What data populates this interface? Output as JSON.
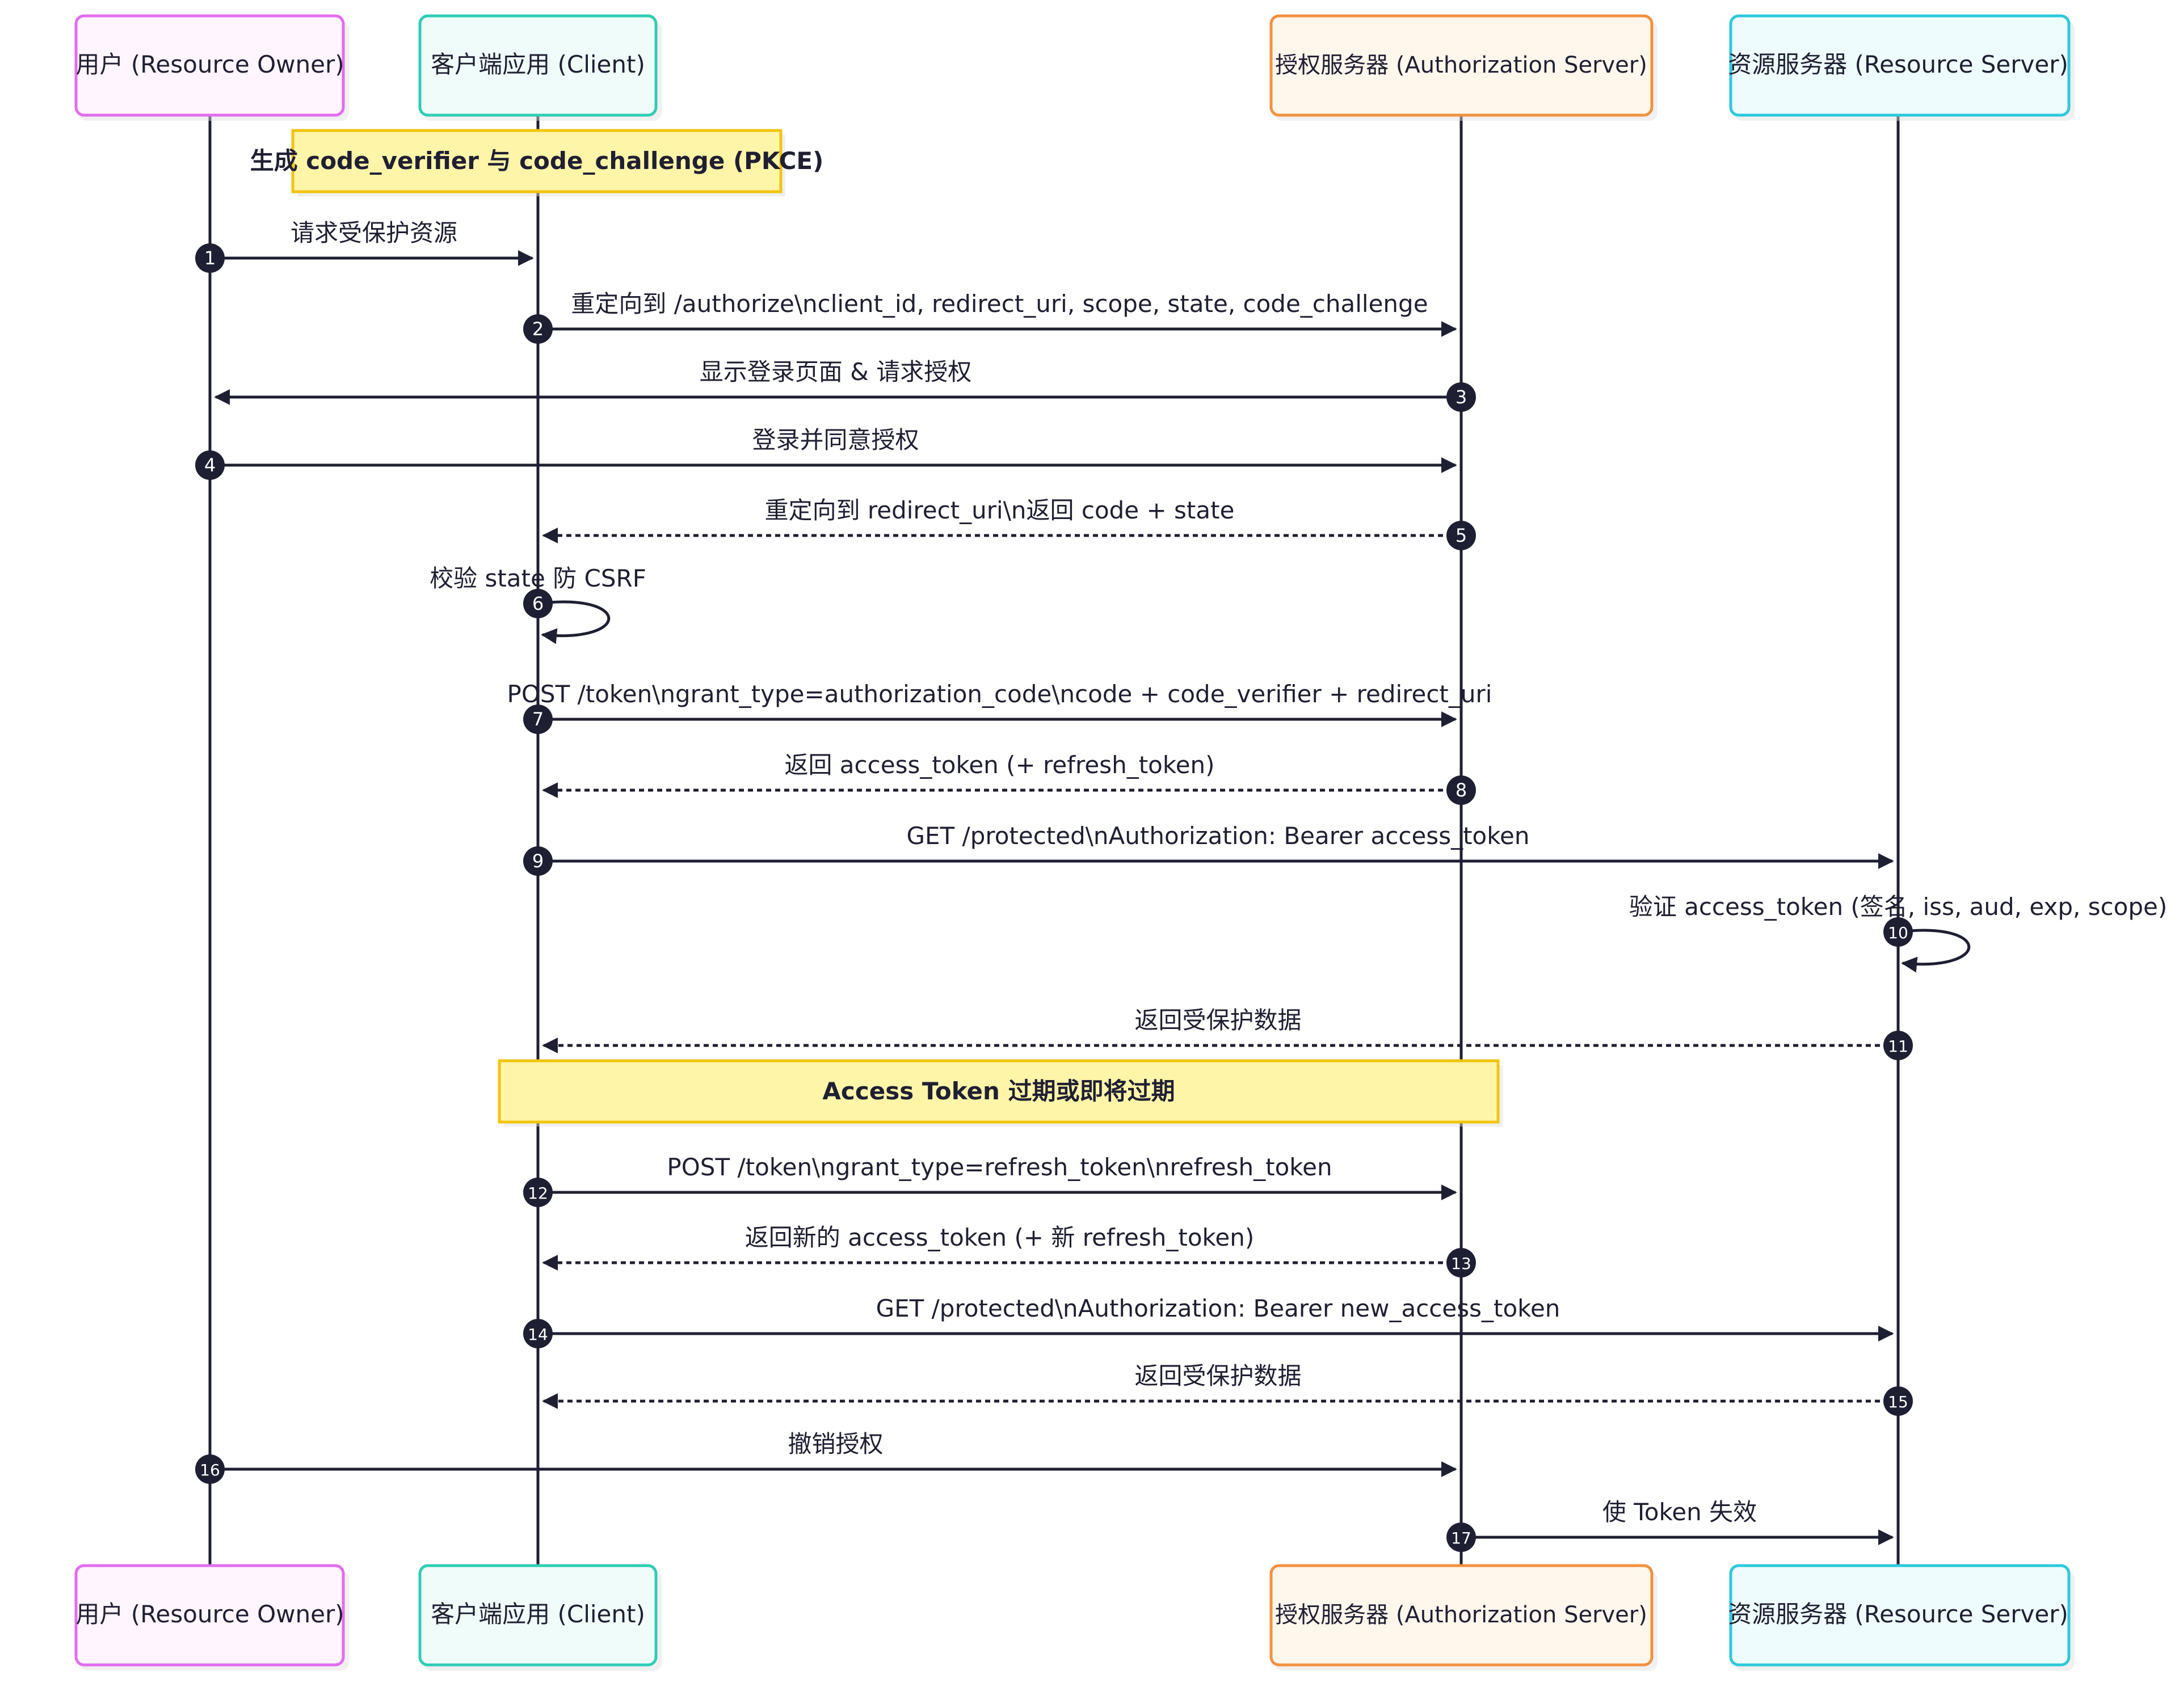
{
  "participants": [
    {
      "id": "owner",
      "label": "用户 (Resource Owner)",
      "fill": "#fff5ff",
      "stroke": "#e36cf0"
    },
    {
      "id": "client",
      "label": "客户端应用 (Client)",
      "fill": "#effcf9",
      "stroke": "#2fcdb4"
    },
    {
      "id": "auth",
      "label": "授权服务器 (Authorization Server)",
      "fill": "#fff6ec",
      "stroke": "#f2913f"
    },
    {
      "id": "rs",
      "label": "资源服务器 (Resource Server)",
      "fill": "#eefcfd",
      "stroke": "#2ec9dc"
    }
  ],
  "notes": [
    {
      "text": "生成 code_verifier 与 code_challenge (PKCE)"
    },
    {
      "text": "Access Token 过期或即将过期"
    }
  ],
  "messages": [
    {
      "n": "1",
      "from": "owner",
      "to": "client",
      "style": "solid",
      "label": "请求受保护资源"
    },
    {
      "n": "2",
      "from": "client",
      "to": "auth",
      "style": "solid",
      "label": "重定向到 /authorize\\nclient_id, redirect_uri, scope, state, code_challenge"
    },
    {
      "n": "3",
      "from": "auth",
      "to": "owner",
      "style": "solid",
      "label": "显示登录页面 & 请求授权"
    },
    {
      "n": "4",
      "from": "owner",
      "to": "auth",
      "style": "solid",
      "label": "登录并同意授权"
    },
    {
      "n": "5",
      "from": "auth",
      "to": "client",
      "style": "dashed",
      "label": "重定向到 redirect_uri\\n返回 code + state"
    },
    {
      "n": "6",
      "from": "client",
      "to": "client",
      "style": "self",
      "label": "校验 state 防 CSRF"
    },
    {
      "n": "7",
      "from": "client",
      "to": "auth",
      "style": "solid",
      "label": "POST /token\\ngrant_type=authorization_code\\ncode + code_verifier + redirect_uri"
    },
    {
      "n": "8",
      "from": "auth",
      "to": "client",
      "style": "dashed",
      "label": "返回 access_token (+ refresh_token)"
    },
    {
      "n": "9",
      "from": "client",
      "to": "rs",
      "style": "solid",
      "label": "GET /protected\\nAuthorization: Bearer access_token"
    },
    {
      "n": "10",
      "from": "rs",
      "to": "rs",
      "style": "self",
      "label": "验证 access_token (签名, iss, aud, exp, scope)"
    },
    {
      "n": "11",
      "from": "rs",
      "to": "client",
      "style": "dashed",
      "label": "返回受保护数据"
    },
    {
      "n": "12",
      "from": "client",
      "to": "auth",
      "style": "solid",
      "label": "POST /token\\ngrant_type=refresh_token\\nrefresh_token"
    },
    {
      "n": "13",
      "from": "auth",
      "to": "client",
      "style": "dashed",
      "label": "返回新的 access_token (+ 新 refresh_token)"
    },
    {
      "n": "14",
      "from": "client",
      "to": "rs",
      "style": "solid",
      "label": "GET /protected\\nAuthorization: Bearer new_access_token"
    },
    {
      "n": "15",
      "from": "rs",
      "to": "client",
      "style": "dashed",
      "label": "返回受保护数据"
    },
    {
      "n": "16",
      "from": "owner",
      "to": "auth",
      "style": "solid",
      "label": "撤销授权"
    },
    {
      "n": "17",
      "from": "auth",
      "to": "rs",
      "style": "solid",
      "label": "使 Token 失效"
    }
  ]
}
